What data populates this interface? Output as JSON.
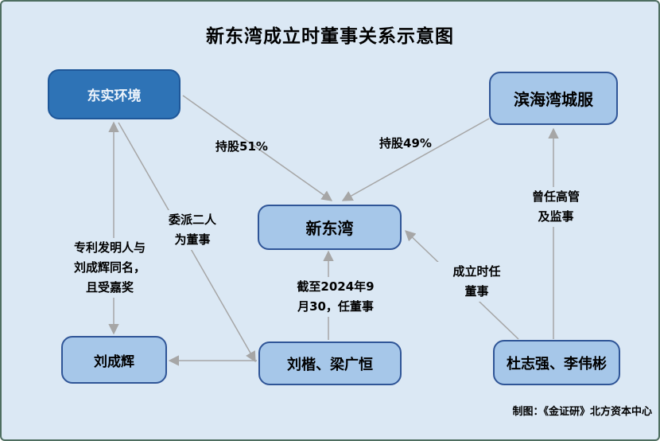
{
  "title": "新东湾成立时董事关系示意图",
  "credit": "制图：《金证研》北方资本中心",
  "nodes": {
    "dongshi_huanjing": "东实环境",
    "binhaiwan_chengfu": "滨海湾城服",
    "xindongwan": "新东湾",
    "liu_chenghui": "刘成辉",
    "liukai_liangguangheng": "刘楷、梁广恒",
    "duzhiqiang_liweibin": "杜志强、李伟彬"
  },
  "edge_labels": {
    "hold51": "持股51%",
    "hold49": "持股49%",
    "appoint": [
      "委派二人",
      "为董事"
    ],
    "patent": [
      "专利发明人与",
      "刘成辉同名，",
      "且受嘉奖"
    ],
    "as_of": [
      "截至2024年9",
      "月30，任董事"
    ],
    "founding_director": [
      "成立时任",
      "董事"
    ],
    "former_exec": [
      "曾任高管",
      "及监事"
    ]
  },
  "colors": {
    "background": "#dbe8f4",
    "frame_border": "#4e6e60",
    "primary_node_fill": "#2e73b6",
    "primary_node_border": "#1e5799",
    "primary_node_text": "#eef4fb",
    "node_fill": "#a6c7e9",
    "node_border": "#2f5597",
    "arrow": "#a6a6a6",
    "text": "#000000"
  }
}
